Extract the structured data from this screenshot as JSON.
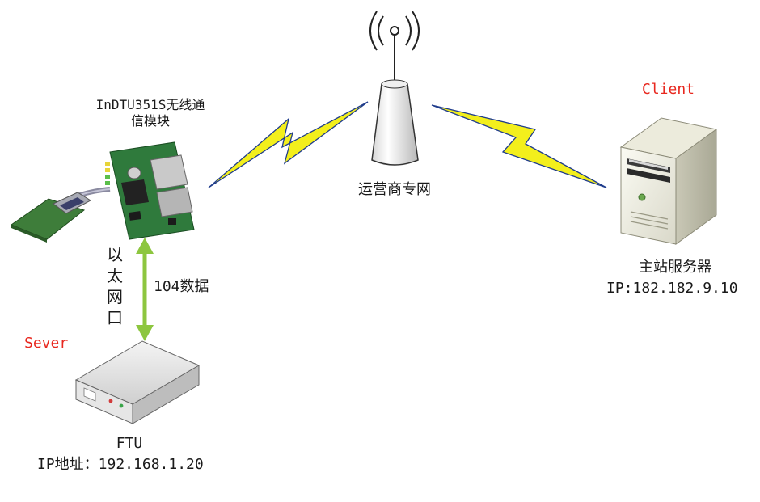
{
  "module": {
    "label_line1": "InDTU351S无线通",
    "label_line2": "信模块"
  },
  "tower": {
    "label": "运营商专网"
  },
  "client": {
    "role": "Client",
    "name": "主站服务器",
    "ip": "IP:182.182.9.10"
  },
  "server": {
    "role": "Sever",
    "name": "FTU",
    "ip": "IP地址：192.168.1.20"
  },
  "link": {
    "ethernet_chars": [
      "以",
      "太",
      "网",
      "口"
    ],
    "protocol": "104数据"
  },
  "colors": {
    "role_label": "#e8281f",
    "ethernet_arrow": "#8dc63f",
    "lightning_fill": "#f3ef1c",
    "lightning_stroke": "#1f3c8c",
    "pcb": "#2f7a3c"
  }
}
